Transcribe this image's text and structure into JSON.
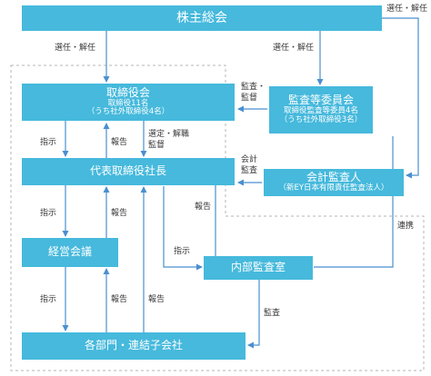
{
  "boxes": {
    "shareholders": {
      "title": "株主総会"
    },
    "board": {
      "title": "取締役会",
      "line1": "取締役11名",
      "line2": "（うち社外取締役4名）"
    },
    "audit_committee": {
      "title": "監査等委員会",
      "line1": "取締役監査等委員4名",
      "line2": "（うち社外取締役3名）"
    },
    "president": {
      "title": "代表取締役社長"
    },
    "accounting_auditor": {
      "title": "会計監査人",
      "line1": "（新EY日本有限責任監査法人）"
    },
    "management_meeting": {
      "title": "経営会議"
    },
    "internal_audit": {
      "title": "内部監査室"
    },
    "divisions": {
      "title": "各部門・連結子会社"
    }
  },
  "labels": {
    "appoint_left": "選任・解任",
    "appoint_mid": "選任・解任",
    "appoint_right": "選任・解任",
    "audit_supervise_1": "監査・",
    "audit_supervise_2": "監督",
    "instruct_1": "指示",
    "report_1": "報告",
    "select_dismiss_1": "選定・解職",
    "select_dismiss_2": "監督",
    "accounting_audit_1": "会計",
    "accounting_audit_2": "監査",
    "instruct_2": "指示",
    "report_2": "報告",
    "report_3": "報告",
    "instruct_3": "指示",
    "cooperation": "連携",
    "instruct_4": "指示",
    "report_4": "報告",
    "report_5": "報告",
    "audit": "監査"
  },
  "colors": {
    "box_fill": "#46b9dc",
    "arrow": "#4a8fd0",
    "dashed_border": "#b5b5b5",
    "label_text": "#3a3a3a"
  }
}
